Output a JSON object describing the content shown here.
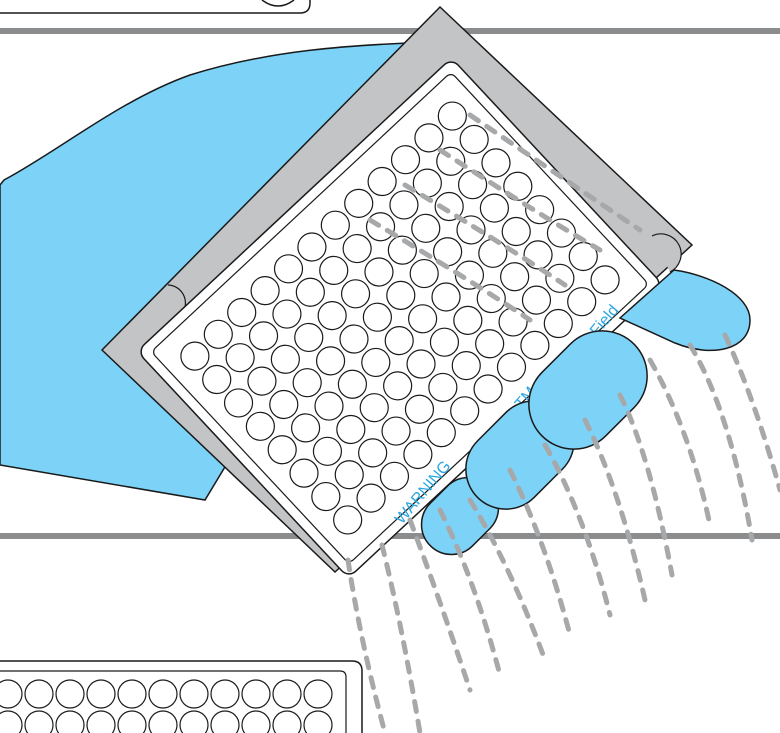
{
  "diagram": {
    "plate_label_left": "WARNING",
    "plate_label_mid": "TM",
    "plate_label_right": "Field",
    "plate_rows": 8,
    "plate_cols": 12,
    "colors": {
      "glove": "#7cd3f7",
      "tray": "#c2c4c6",
      "line": "#1a1a1a",
      "divider": "#8a8c8e",
      "field_lines": "#a6a8aa",
      "label": "#2aa7e0"
    },
    "icons": [
      "glove-hand-icon",
      "well-plate-icon",
      "field-lines-icon"
    ]
  }
}
